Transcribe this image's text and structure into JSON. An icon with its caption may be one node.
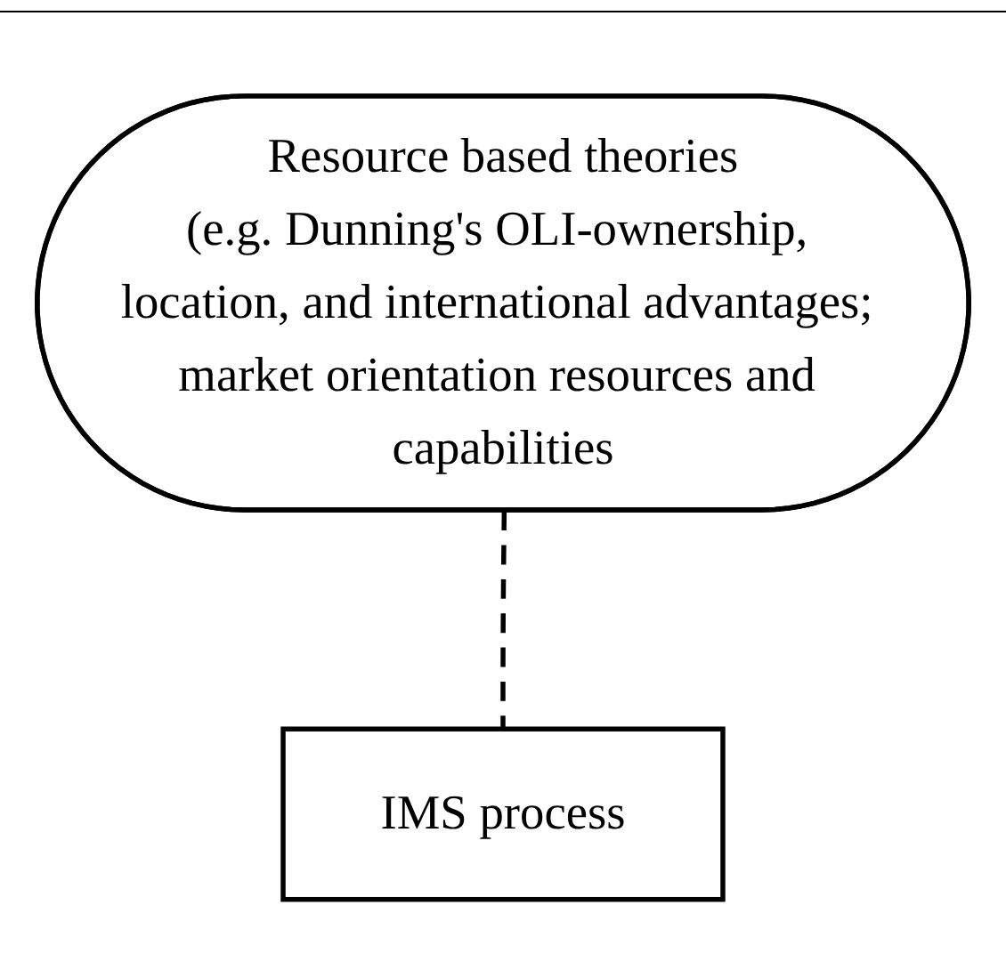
{
  "diagram": {
    "nodes": [
      {
        "text": [
          "Resource based theories",
          "(e.g. Dunning's OLI-ownership, location, and international advantages; market orientation resources and capabilities"
        ]
      },
      {
        "text": [
          "IMS process"
        ]
      }
    ],
    "edges": [
      {
        "from": 0,
        "to": 1,
        "arrow": "none",
        "style": "dashed"
      }
    ]
  }
}
